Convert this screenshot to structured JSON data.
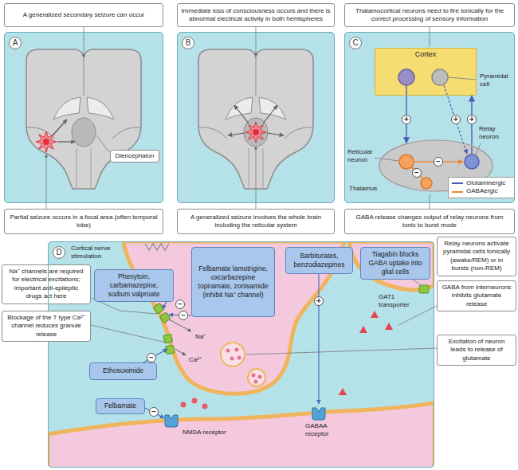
{
  "diagram": {
    "nodes": [
      {
        "text": [
          "A generalized secondary seizure can occur"
        ]
      },
      {
        "text": [
          "Immediate loss of consciousness occurs and there is abnormal electrical activity in both hemispheres"
        ]
      },
      {
        "text": [
          "Thalamocortical neurons need to fire tonically for the correct processing of sensory information"
        ]
      },
      {
        "text": [
          "A"
        ]
      },
      {
        "text": [
          "Diencephalon"
        ],
        "in": 3
      },
      {
        "text": [
          "B"
        ]
      },
      {
        "text": [
          "C"
        ]
      },
      {
        "text": [
          "Cortex"
        ],
        "in": 6
      },
      {
        "text": [
          "Thalamus"
        ],
        "in": 6
      },
      {
        "text": [
          "Partial seizure occurs in a focal area (often temporal lobe)"
        ]
      },
      {
        "text": [
          "A generalized seizure involves the whole brain including the reticular system"
        ]
      },
      {
        "text": [
          "GABA release changes output of relay neurons from tonic to burst mode"
        ]
      },
      {
        "text": [
          "Na⁺ channels are required for electrical excitations; important anti-epileptic drugs act here"
        ]
      },
      {
        "text": [
          "Relay neurons activate pyramidal cells tonically (awake/REM) or in bursts (non-REM)"
        ]
      },
      {
        "text": [
          "D"
        ]
      },
      {
        "text": [
          "Phenytoin, carbamazepine, sodium valproate"
        ],
        "in": 14
      },
      {
        "text": [
          "Felbamate lamotrigine, oxcarbazepine topiramate, zonisamide (inhibit Na⁺ channel)"
        ],
        "in": 14
      },
      {
        "text": [
          "Barbiturates, benzodiazepines"
        ],
        "in": 14
      },
      {
        "text": [
          "Tiagabin blocks GABA uptake into glial cells"
        ],
        "in": 14
      },
      {
        "text": [
          "GABA from interneurons inhibits glutamate release"
        ]
      },
      {
        "text": [
          "Blockage of the T type Ca²⁺ channel reduces granule release"
        ]
      },
      {
        "text": [
          "Excitation of neuron leads to release of glutamate"
        ]
      },
      {
        "text": [
          "Ethosuximide"
        ],
        "in": 14
      },
      {
        "text": [
          "Felbamate"
        ],
        "in": 14
      }
    ],
    "edges": [
      {
        "from": 7,
        "to": 8,
        "arrow": "to"
      },
      {
        "from": 8,
        "to": 7,
        "arrow": "to"
      }
    ],
    "labels": [
      "Pyramidal cell",
      "Reticular neuron",
      "Relay neuron",
      "+",
      "+",
      "+",
      "−",
      "−",
      "Cortical nerve stimulation",
      "−",
      "−",
      "Na⁺",
      "Ca²⁺",
      "+",
      "GAT1 transporter",
      "−",
      "−",
      "GABAA receptor",
      "NMDA receptor"
    ],
    "legend": [
      {
        "text": "Glutaminergic"
      },
      {
        "text": "GABAergic"
      }
    ]
  }
}
